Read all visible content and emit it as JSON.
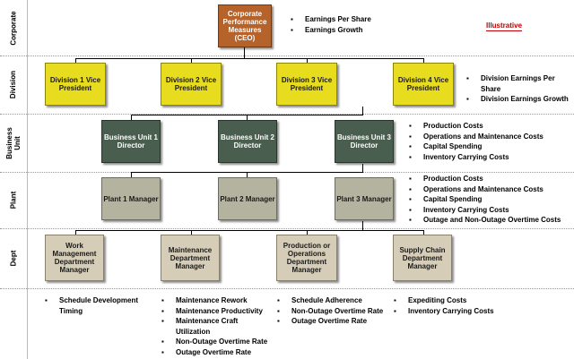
{
  "bands": [
    {
      "key": "corporate",
      "label": "Corporate"
    },
    {
      "key": "division",
      "label": "Division"
    },
    {
      "key": "business_unit",
      "label": "Business Unit"
    },
    {
      "key": "plant",
      "label": "Plant"
    },
    {
      "key": "dept",
      "label": "Dept"
    }
  ],
  "badge": "Illustrative",
  "ceo": {
    "label": "Corporate Performance Measures (CEO)"
  },
  "divisions": [
    "Division 1 Vice President",
    "Division 2 Vice President",
    "Division 3 Vice President",
    "Division 4 Vice President"
  ],
  "business_units": [
    "Business Unit 1 Director",
    "Business Unit 2 Director",
    "Business Unit 3 Director"
  ],
  "plants": [
    "Plant 1 Manager",
    "Plant 2 Manager",
    "Plant 3 Manager"
  ],
  "departments": [
    "Work Management Department Manager",
    "Maintenance Department Manager",
    "Production or Operations Department Manager",
    "Supply Chain Department Manager"
  ],
  "measures": {
    "corporate": [
      "Earnings Per Share",
      "Earnings Growth"
    ],
    "division": [
      "Division Earnings Per Share",
      "Division Earnings Growth"
    ],
    "business_unit": [
      "Production Costs",
      "Operations and Maintenance Costs",
      "Capital Spending",
      "Inventory Carrying Costs"
    ],
    "plant": [
      "Production Costs",
      "Operations and Maintenance Costs",
      "Capital Spending",
      "Inventory Carrying Costs",
      "Outage and Non-Outage Overtime Costs"
    ],
    "dept_work_management": [
      "Schedule Development Timing"
    ],
    "dept_maintenance": [
      "Maintenance Rework",
      "Maintenance Productivity",
      "Maintenance Craft Utilization",
      "Non-Outage Overtime Rate",
      "Outage Overtime Rate"
    ],
    "dept_production": [
      "Schedule Adherence",
      "Non-Outage Overtime Rate",
      "Outage Overtime Rate"
    ],
    "dept_supply_chain": [
      "Expediting Costs",
      "Inventory Carrying Costs"
    ]
  }
}
